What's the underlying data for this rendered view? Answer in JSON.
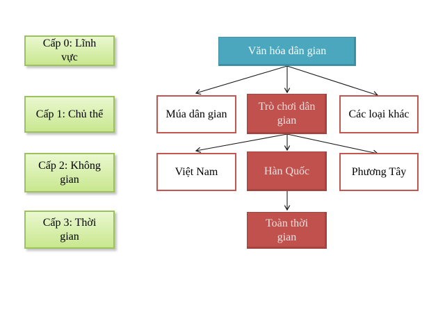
{
  "page": {
    "background": "#ffffff",
    "description": "Hierarchy diagram of folk culture categories with level legend"
  },
  "legend": {
    "fill_top": "#eaf8d0",
    "fill_bottom": "#c8e78e",
    "border_color": "#9cc25e",
    "items": [
      {
        "id": "level-0",
        "label": "Cấp 0: Lĩnh vực"
      },
      {
        "id": "level-1",
        "label": "Cấp 1: Chủ thể"
      },
      {
        "id": "level-2",
        "label": "Cấp 2: Không gian"
      },
      {
        "id": "level-3",
        "label": "Cấp 3: Thời gian"
      }
    ]
  },
  "diagram": {
    "colors": {
      "root_fill": "#4aa7bd",
      "root_border": "#3d93a8",
      "highlight_fill": "#c0514d",
      "highlight_border": "#a8413d",
      "outline_border": "#c4564f",
      "arrow_color": "#1a1a1a"
    },
    "root": {
      "label": "Văn hóa dân gian",
      "variant": "root"
    },
    "level1": [
      {
        "label": "Múa dân gian",
        "variant": "outline"
      },
      {
        "label": "Trò chơi dân gian",
        "variant": "highlight"
      },
      {
        "label": "Các loại khác",
        "variant": "outline"
      }
    ],
    "level2": [
      {
        "label": "Việt Nam",
        "variant": "outline"
      },
      {
        "label": "Hàn Quốc",
        "variant": "highlight"
      },
      {
        "label": "Phương Tây",
        "variant": "outline"
      }
    ],
    "level3": [
      {
        "label": "Toàn thời gian",
        "variant": "highlight"
      }
    ]
  }
}
